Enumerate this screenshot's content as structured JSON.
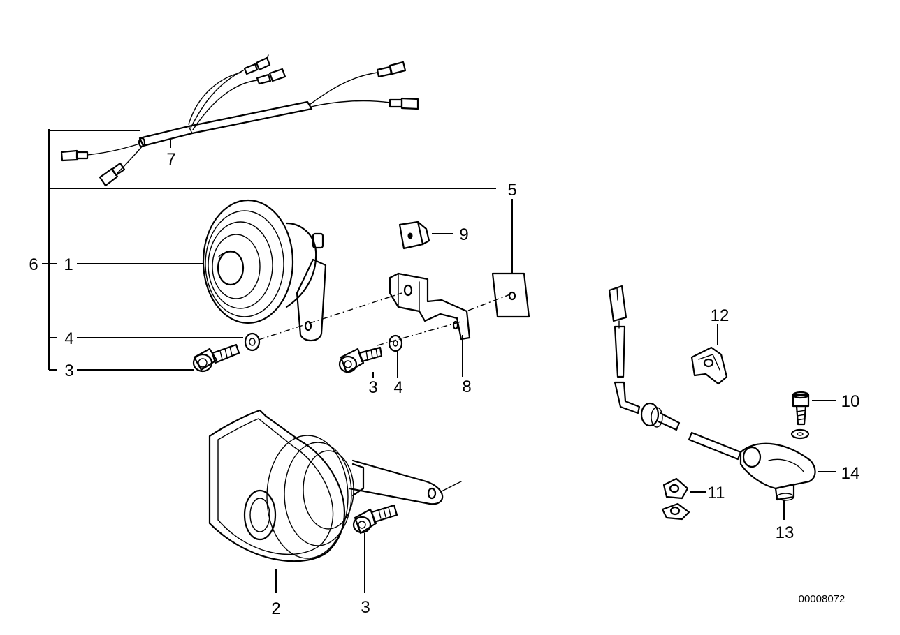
{
  "diagram": {
    "document_number": "00008072",
    "callouts": {
      "horn_high": "1",
      "horn_low": "2",
      "screw_a": "3",
      "screw_b": "3",
      "screw_c": "3",
      "washer_a": "4",
      "washer_b": "4",
      "pad": "5",
      "horn_set": "6",
      "wiring_harness": "7",
      "bracket": "8",
      "clip_nut": "9",
      "sensor_screw": "10",
      "cable_clip": "11",
      "cable_holder": "12",
      "seal_ring": "13",
      "sensor": "14"
    }
  }
}
